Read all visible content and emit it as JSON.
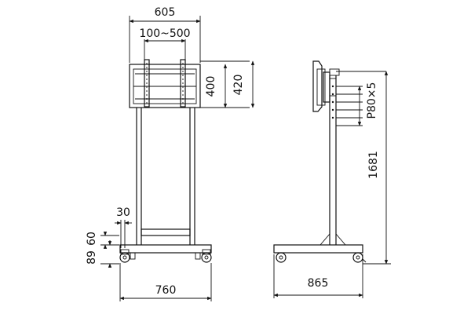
{
  "front_view": {
    "dimensions": {
      "overall_mount_width": "605",
      "vesa_width_range": "100~500",
      "vesa_height": "400",
      "mount_height": "420",
      "upright_spacing": "30",
      "base_height_a": "60",
      "base_height_b": "89",
      "base_width": "760"
    }
  },
  "side_view": {
    "dimensions": {
      "height_adjust": "P80×5",
      "overall_height": "1681",
      "base_depth": "865"
    }
  },
  "style": {
    "line_color": "#111111",
    "background": "#ffffff"
  }
}
